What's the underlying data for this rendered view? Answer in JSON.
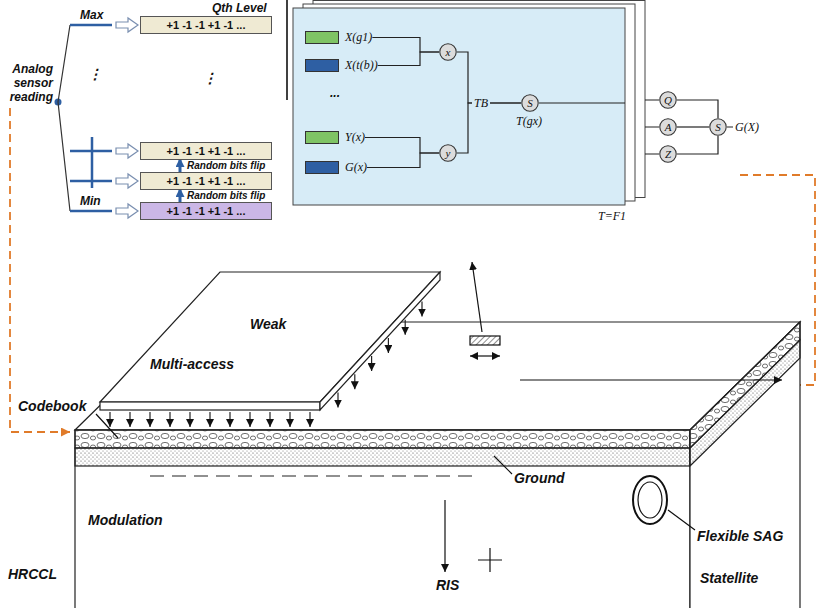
{
  "diagram": {
    "nodes": [
      {
        "text": [
          "+1 -1 -1 +1 -1 ..."
        ]
      },
      {
        "text": [
          "+1 -1 -1 +1 -1 ..."
        ]
      },
      {
        "text": [
          "+1 -1 -1 +1 -1 ..."
        ]
      },
      {
        "text": [
          "+1 -1 -1 +1 -1 ..."
        ]
      },
      {
        "text": [
          "X(g1)"
        ]
      },
      {
        "text": [
          "X(t(b))"
        ]
      },
      {
        "text": [
          "Y(x)"
        ]
      },
      {
        "text": [
          "G(x)"
        ]
      },
      {
        "text": [
          "x"
        ]
      },
      {
        "text": [
          "y"
        ]
      },
      {
        "text": [
          "S"
        ]
      },
      {
        "text": [
          "Q"
        ]
      },
      {
        "text": [
          "A"
        ]
      },
      {
        "text": [
          "S"
        ]
      },
      {
        "text": [
          "Z"
        ]
      }
    ],
    "edges": [
      {
        "from": 3,
        "to": 2,
        "arrow": "to",
        "label": "Random bits flip"
      },
      {
        "from": 2,
        "to": 1,
        "arrow": "to",
        "label": "Random bits flip"
      },
      {
        "from": 4,
        "to": 8,
        "arrow": "none"
      },
      {
        "from": 5,
        "to": 8,
        "arrow": "none"
      },
      {
        "from": 6,
        "to": 9,
        "arrow": "none"
      },
      {
        "from": 7,
        "to": 9,
        "arrow": "none"
      },
      {
        "from": 8,
        "to": 10,
        "arrow": "none"
      },
      {
        "from": 9,
        "to": 10,
        "arrow": "none"
      },
      {
        "from": 11,
        "to": 13,
        "arrow": "none"
      },
      {
        "from": 12,
        "to": 13,
        "arrow": "none"
      },
      {
        "from": 14,
        "to": 13,
        "arrow": "none"
      }
    ],
    "labels": [
      "Analog sensor reading",
      "Max",
      "⋮",
      "Min",
      "Qth Level",
      "⋮",
      "...",
      "TB",
      "T(gx)",
      "G(X)",
      "T=F1",
      "Weak",
      "Multi-access",
      "Codebook",
      "Modulation",
      "HRCCL",
      "RIS",
      "Ground",
      "Flexible SAG",
      "Statellite"
    ]
  }
}
